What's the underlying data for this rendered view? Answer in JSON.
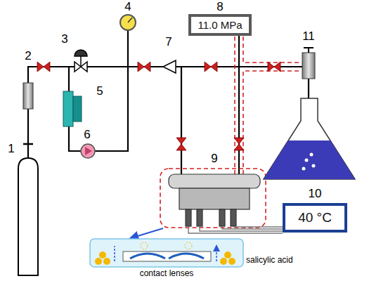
{
  "diagram": {
    "nodes": [
      {
        "text": [
          "11.0 MPa"
        ]
      },
      {
        "text": [
          "40 °C"
        ]
      }
    ],
    "labels": [
      "1",
      "2",
      "3",
      "4",
      "5",
      "6",
      "7",
      "8",
      "9",
      "10",
      "11",
      "salicylic acid",
      "contact lenses"
    ]
  }
}
